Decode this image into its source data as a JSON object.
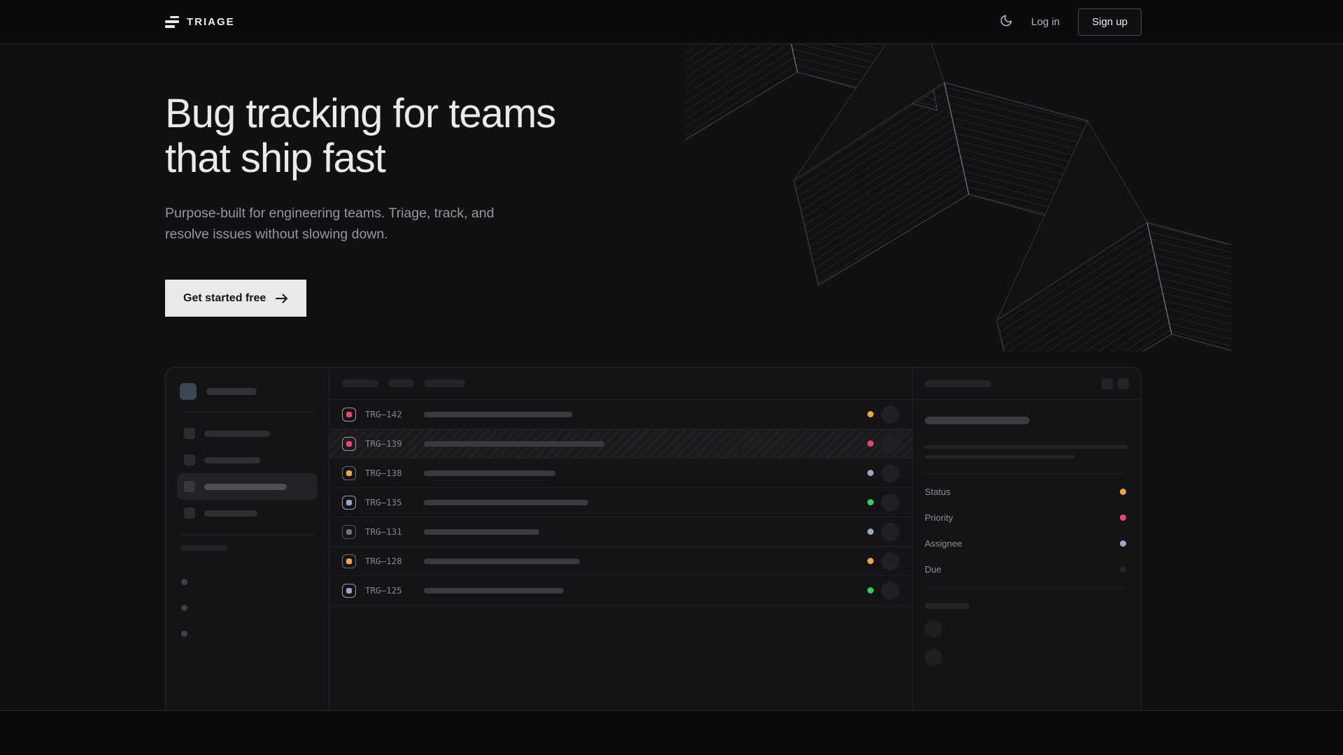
{
  "brand": {
    "name": "TRIAGE"
  },
  "nav": {
    "theme_icon": "moon-icon",
    "login_label": "Log in",
    "signup_label": "Sign up"
  },
  "hero": {
    "title_line1": "Bug tracking for teams",
    "title_line2": "that ship fast",
    "subtitle_line1": "Purpose-built for engineering teams. Triage, track, and",
    "subtitle_line2": "resolve issues without slowing down.",
    "cta_label": "Get started free",
    "cta_icon": "arrow-right-icon"
  },
  "colors": {
    "amber": "#f0a73f",
    "pink": "#ee4370",
    "green": "#2fd158",
    "slate_blue": "#97aac8",
    "gray": "#6e6e76",
    "muted_dot": "#26262a"
  },
  "mockup": {
    "sidebar": {
      "items": [
        {
          "width": 94,
          "active": false
        },
        {
          "width": 80,
          "active": false
        },
        {
          "width": 118,
          "active": true
        },
        {
          "width": 76,
          "active": false
        }
      ],
      "dot_count": 3
    },
    "list": {
      "header_pill_widths": [
        52,
        37,
        59
      ],
      "rows": [
        {
          "id": "TRG–142",
          "icon_color": "#ee4370",
          "icon_border": "#9a9aa2",
          "title_width": 212,
          "status_color": "#f0a73f",
          "selected": false
        },
        {
          "id": "TRG–139",
          "icon_color": "#ee4370",
          "icon_border": "#9a9aa2",
          "title_width": 258,
          "status_color": "#ee4370",
          "selected": true
        },
        {
          "id": "TRG–138",
          "icon_color": "#f0a73f",
          "icon_border": "#6b6b73",
          "title_width": 188,
          "status_color": "#97aac8",
          "selected": false
        },
        {
          "id": "TRG–135",
          "icon_color": "#97aac8",
          "icon_border": "#9a9aa2",
          "title_width": 235,
          "status_color": "#2fd158",
          "selected": false
        },
        {
          "id": "TRG–131",
          "icon_color": "#6e6e76",
          "icon_border": "#55555c",
          "title_width": 165,
          "status_color": "#97aac8",
          "selected": false
        },
        {
          "id": "TRG–128",
          "icon_color": "#f0a73f",
          "icon_border": "#6b6b73",
          "title_width": 223,
          "status_color": "#f0a73f",
          "selected": false
        },
        {
          "id": "TRG–125",
          "icon_color": "#97aac8",
          "icon_border": "#9a9aa2",
          "title_width": 200,
          "status_color": "#2fd158",
          "selected": false
        }
      ]
    },
    "detail": {
      "header_pill_width": 95,
      "title_pill_width": 150,
      "line_widths": [
        290,
        215
      ],
      "fields": [
        {
          "label": "Status",
          "color": "#f0a73f"
        },
        {
          "label": "Priority",
          "color": "#ee4370"
        },
        {
          "label": "Assignee",
          "color": "#97aac8"
        },
        {
          "label": "Due",
          "color": "#26262a"
        }
      ],
      "footer_circle_count": 2
    }
  }
}
